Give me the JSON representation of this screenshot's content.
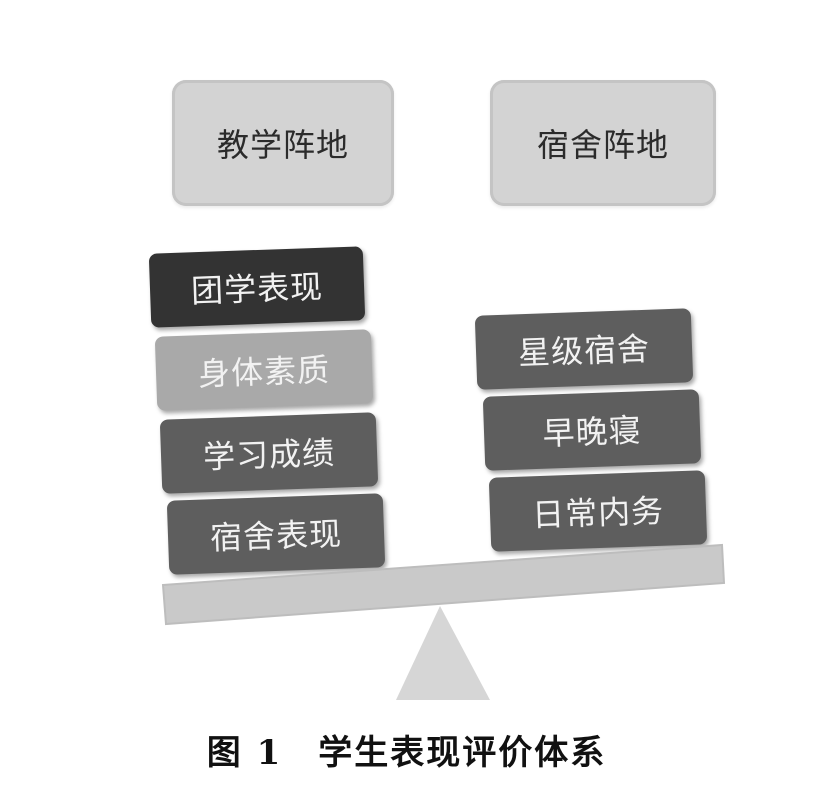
{
  "headers": {
    "left": "教学阵地",
    "right": "宿舍阵地"
  },
  "left_stack": [
    "团学表现",
    "身体素质",
    "学习成绩",
    "宿舍表现"
  ],
  "right_stack": [
    "星级宿舍",
    "早晚寝",
    "日常内务"
  ],
  "caption": {
    "number": "图 1",
    "title": "学生表现评价体系"
  },
  "colors": {
    "header_fill": "#d3d3d3",
    "block_dark": "#333333",
    "block_light": "#a9a9a9",
    "block_mid": "#5e5e5e",
    "beam": "#c9c9c9",
    "fulcrum": "#d6d6d6"
  }
}
